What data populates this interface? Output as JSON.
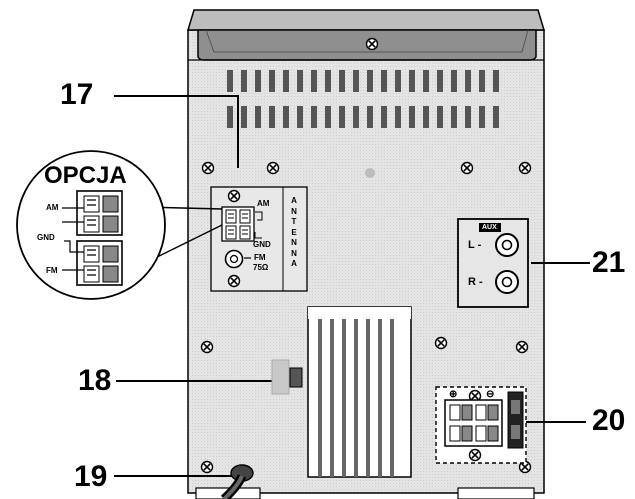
{
  "callouts": {
    "c17": "17",
    "c18": "18",
    "c19": "19",
    "c20": "20",
    "c21": "21"
  },
  "option_box": {
    "title": "OPCJA",
    "am": "AM",
    "gnd": "GND",
    "fm": "FM"
  },
  "antenna_panel": {
    "am": "AM",
    "gnd": "GND",
    "fm": "FM",
    "ohms": "75Ω",
    "word": "ANTENNA"
  },
  "aux_panel": {
    "label": "AUX",
    "left": "L -",
    "right": "R -"
  },
  "speaker_panel": {
    "plus": "⊕",
    "minus": "⊖"
  }
}
